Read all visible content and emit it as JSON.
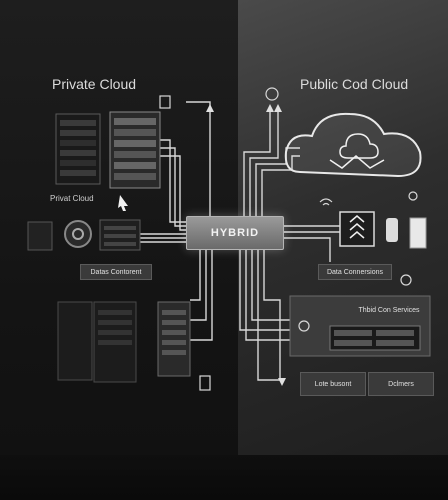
{
  "private_cloud": {
    "title": "Private Cloud",
    "sublabel": "Privat Cloud",
    "content_label": "Datas Contorent"
  },
  "public_cloud": {
    "title": "Public Cod Cloud",
    "connections_label": "Data Connersions",
    "services_label": "Thbid Con Services"
  },
  "hub": {
    "label": "HYBRID"
  },
  "bottom_right": {
    "left_label": "Lote busont",
    "right_label": "Dclmers"
  }
}
